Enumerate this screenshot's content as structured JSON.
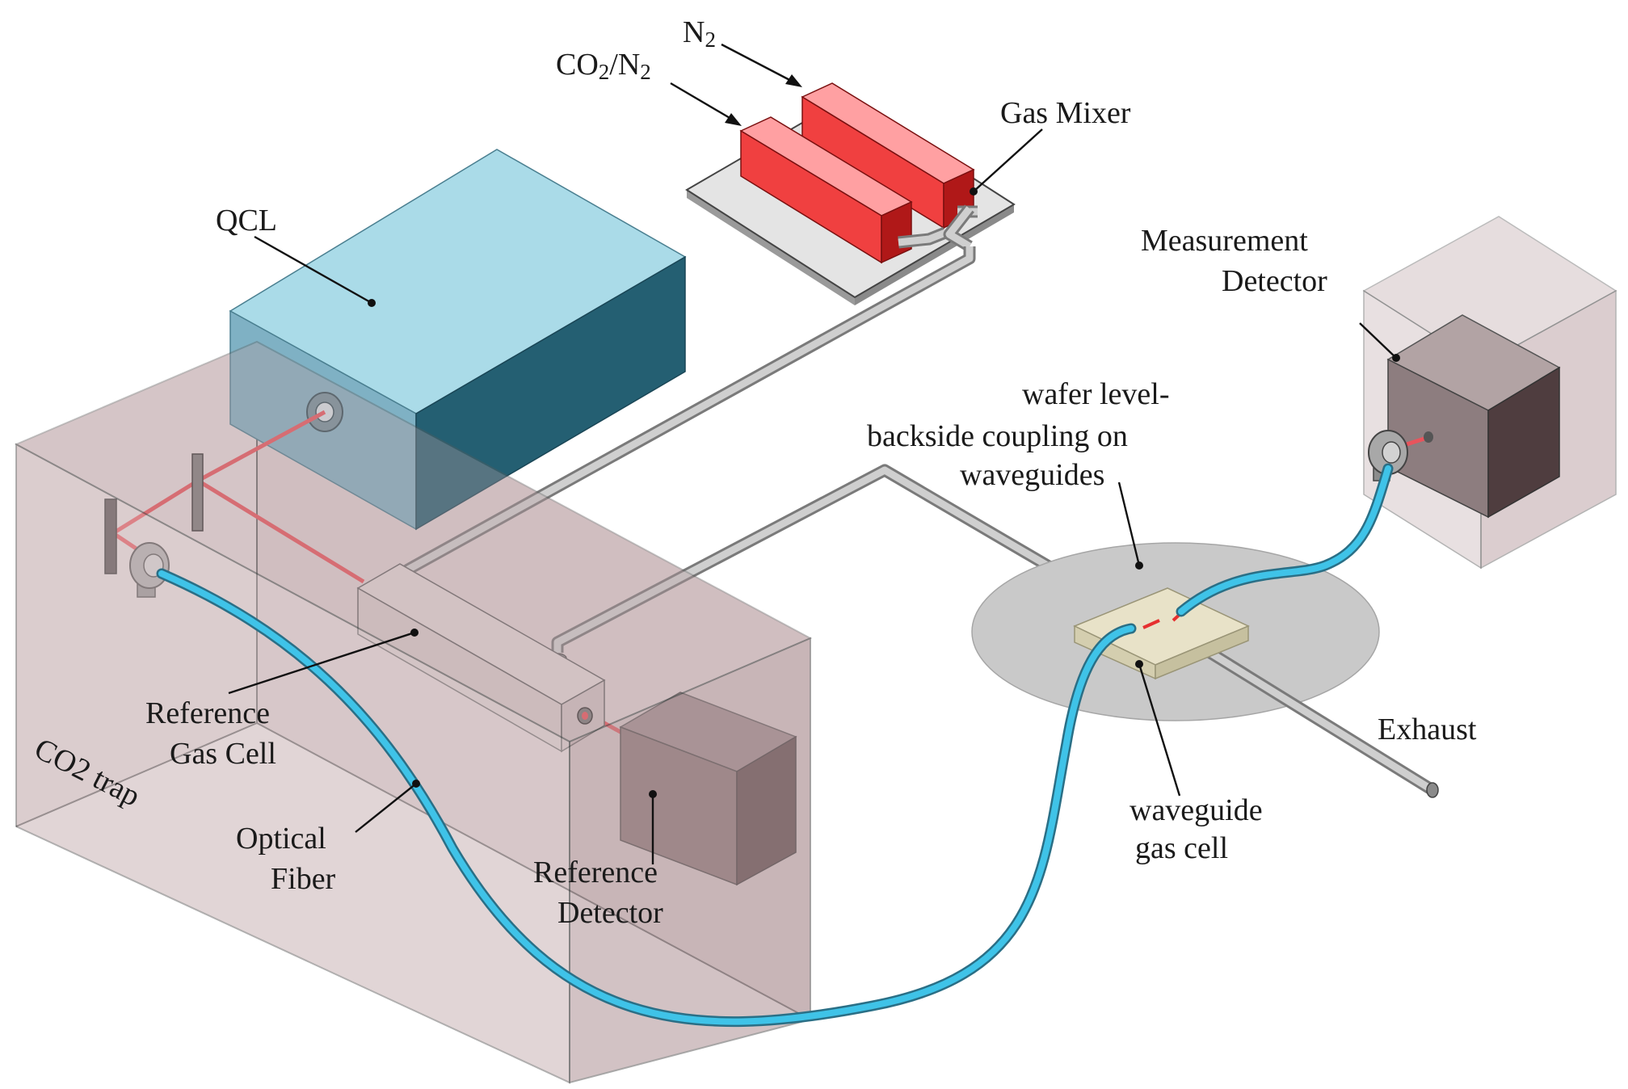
{
  "labels": {
    "n2": "N",
    "n2_sub": "2",
    "co2n2_a": "CO",
    "co2n2_sub1": "2",
    "co2n2_b": "/N",
    "co2n2_sub2": "2",
    "gas_mixer": "Gas Mixer",
    "qcl": "QCL",
    "measurement_detector_line1": "Measurement",
    "measurement_detector_line2": "Detector",
    "wafer_line1": "wafer level-",
    "wafer_line2": "backside coupling on",
    "wafer_line3": "waveguides",
    "reference_gas_cell_line1": "Reference",
    "reference_gas_cell_line2": "Gas Cell",
    "co2_trap": "CO2 trap",
    "optical_fiber_line1": "Optical",
    "optical_fiber_line2": "Fiber",
    "reference_detector_line1": "Reference",
    "reference_detector_line2": "Detector",
    "exhaust": "Exhaust",
    "waveguide_gas_cell_line1": "waveguide",
    "waveguide_gas_cell_line2": "gas cell"
  },
  "colors": {
    "qcl_top": "#aadbe8",
    "qcl_front": "#7fb1c4",
    "qcl_side": "#245f72",
    "gas_bottle": "#f04040",
    "gas_bottle_top": "#ffa0a2",
    "gas_bottle_end": "#b01818",
    "enclosure": "#c0a9ab",
    "laser_beam": "#e8545c",
    "fiber": "#3fc3e8"
  }
}
